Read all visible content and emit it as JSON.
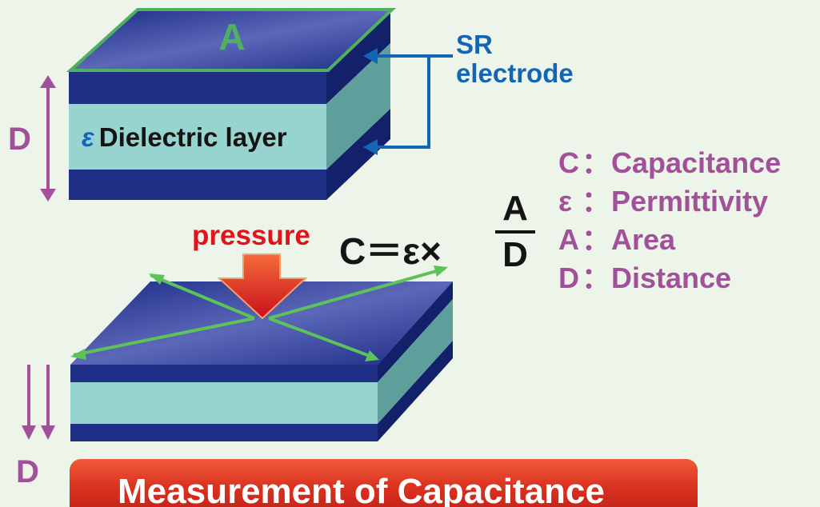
{
  "top_area_label": "A",
  "electrode_label": [
    "SR",
    "electrode"
  ],
  "dielectric": {
    "symbol": "ε",
    "label": "Dielectric layer"
  },
  "distance_label_top": "D",
  "distance_label_bottom": "D",
  "pressure_label": "pressure",
  "formula": {
    "lhs": "C＝ε×",
    "numerator": "A",
    "denominator": "D"
  },
  "legend": [
    {
      "symbol": "C",
      "separator": "：",
      "meaning": "Capacitance"
    },
    {
      "symbol": "ε",
      "separator": "：",
      "meaning": "Permittivity"
    },
    {
      "symbol": "A",
      "separator": "：",
      "meaning": "Area"
    },
    {
      "symbol": "D",
      "separator": "：",
      "meaning": "Distance"
    }
  ],
  "banner_text": "Measurement of Capacitance",
  "colors": {
    "background": "#edf4e9",
    "electrode": "#1f2f86",
    "dielectric": "#97d3cf",
    "area_outline": "#4fb160",
    "purple_text": "#a2509a",
    "blue_text": "#1565b5",
    "pressure": "#e1131c",
    "banner": "#d9311f"
  }
}
